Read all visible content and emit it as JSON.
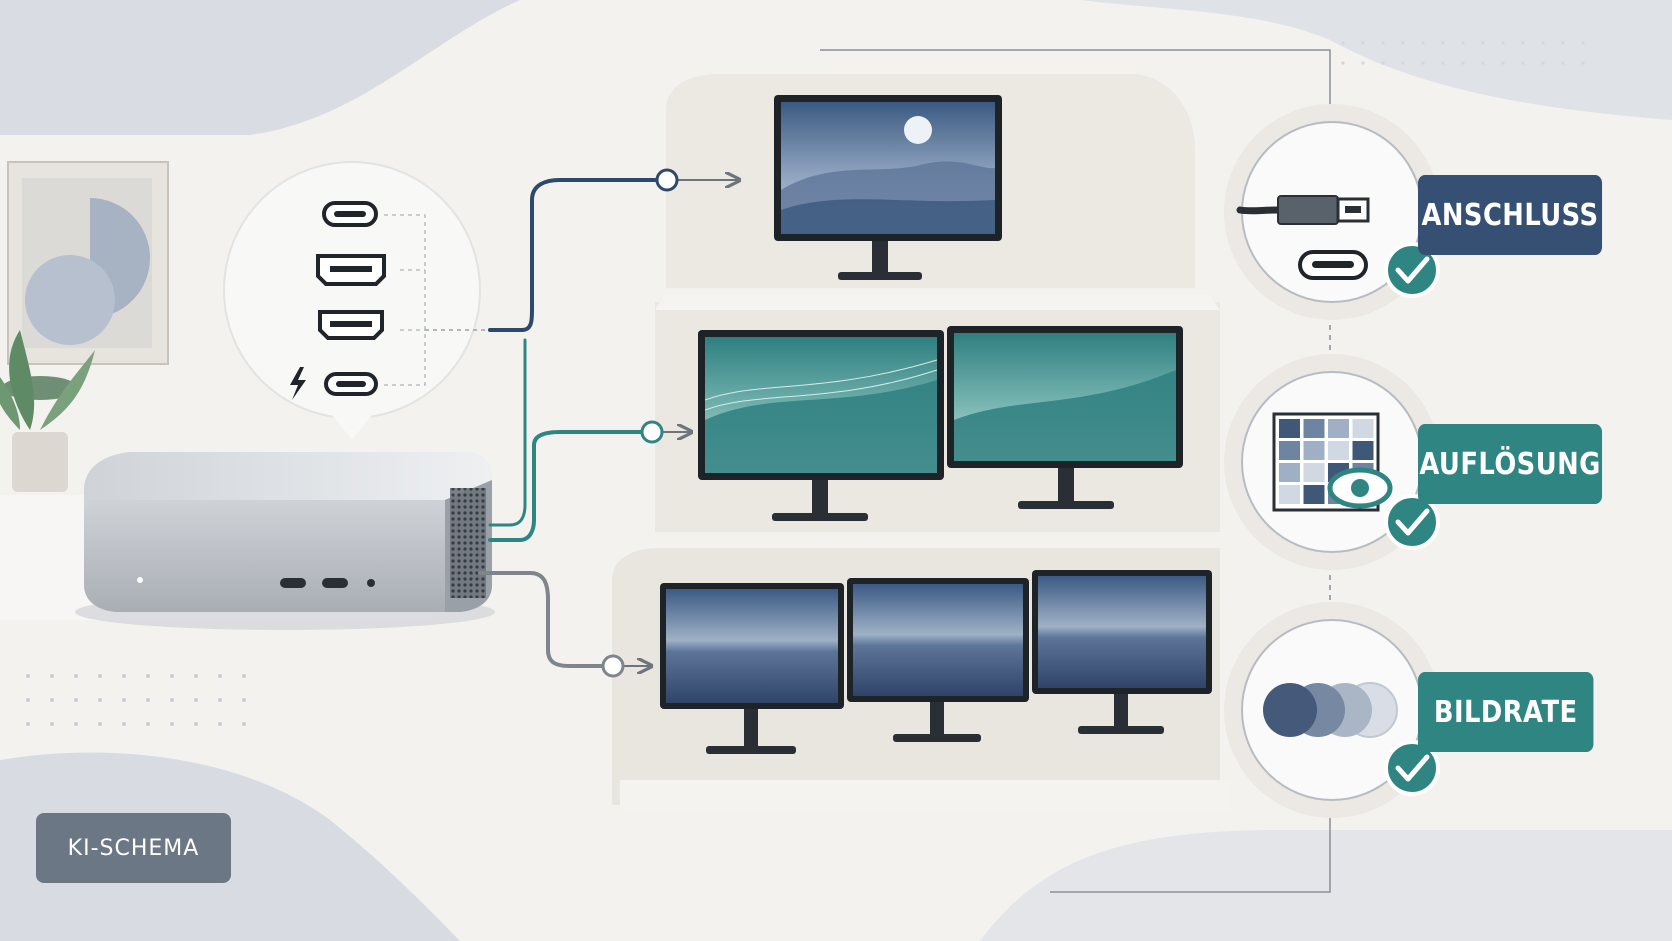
{
  "steps": [
    {
      "label": "ANSCHLUSS",
      "icon": "hdmi-cable-icon",
      "color": "#355072"
    },
    {
      "label": "AUFLÖSUNG",
      "icon": "resolution-grid-eye-icon",
      "color": "#2f8581"
    },
    {
      "label": "BILDRATE",
      "icon": "refresh-rate-circles-icon",
      "color": "#2f8581"
    }
  ],
  "badge": {
    "label": "KI-SCHEMA"
  },
  "setups": [
    {
      "monitors": 1,
      "cable_color": "#2d4a6e"
    },
    {
      "monitors": 2,
      "cable_color": "#2f8581"
    },
    {
      "monitors": 3,
      "cable_color": "#7e858d"
    }
  ],
  "colors": {
    "navy": "#355072",
    "teal": "#2f8581",
    "gray": "#6c7785",
    "check": "#2f8581"
  }
}
